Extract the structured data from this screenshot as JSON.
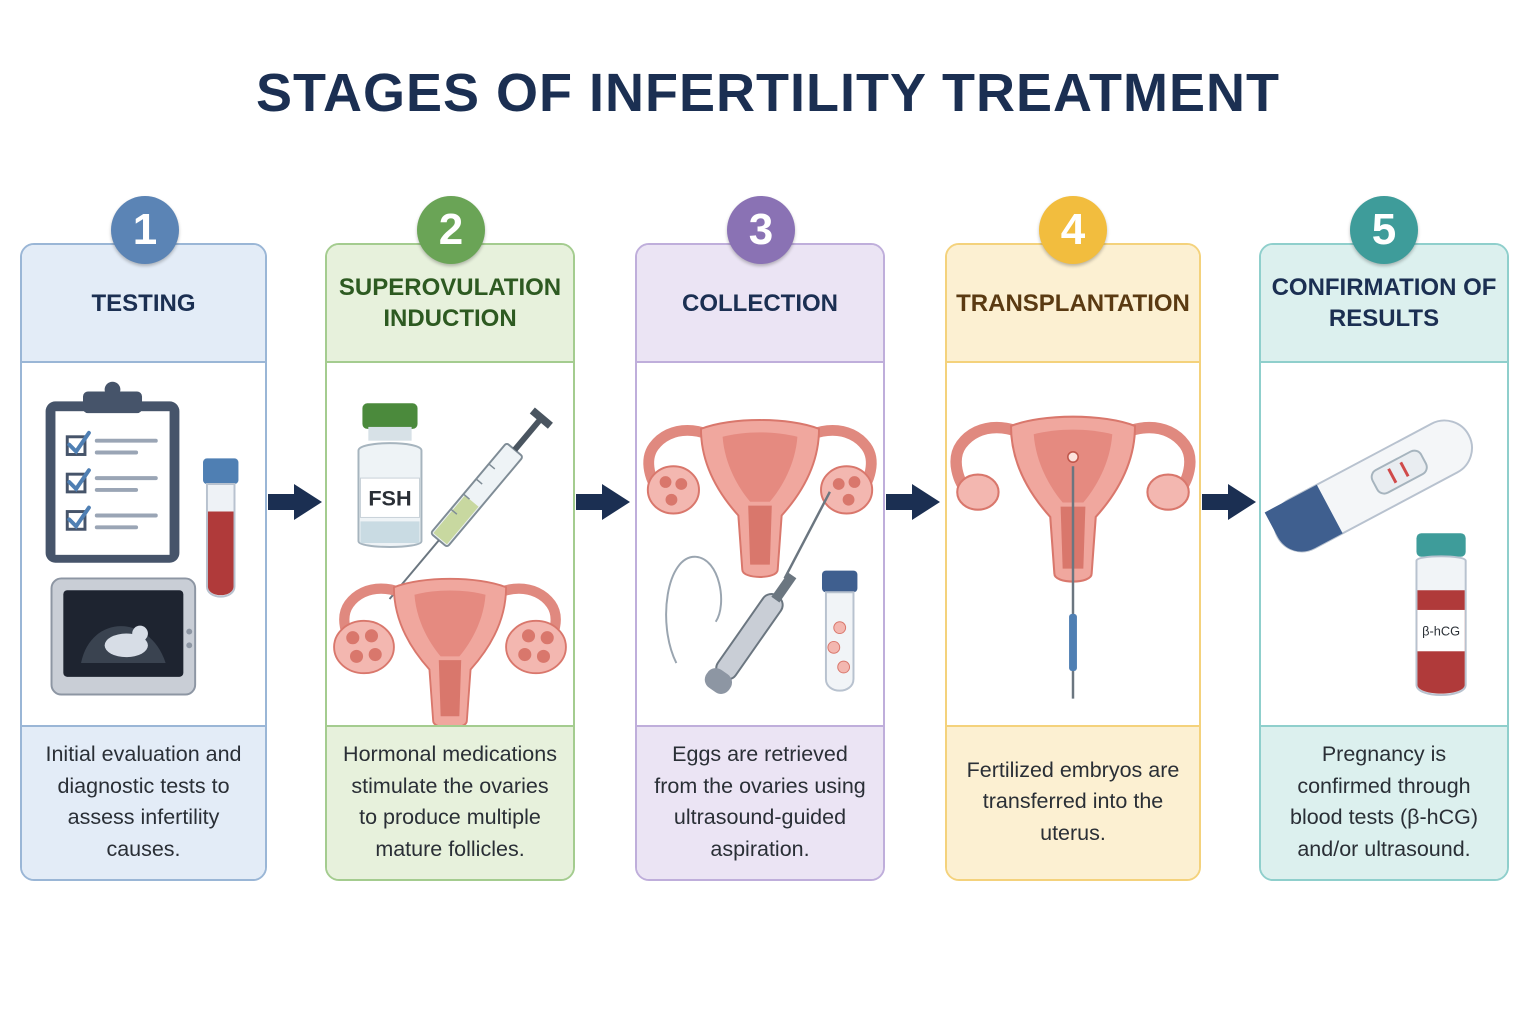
{
  "title": "STAGES OF INFERTILITY TREATMENT",
  "colors": {
    "title": "#1b2f52",
    "arrow": "#1b2f52",
    "stage1": "#5b84b5",
    "stage2": "#6aa456",
    "stage3": "#8a72b4",
    "stage4": "#f2bd3e",
    "stage5": "#3e9c9a"
  },
  "stages": [
    {
      "number": "1",
      "name": "TESTING",
      "description": "Initial evaluation and diagnostic tests to assess infertility causes.",
      "icons": [
        "clipboard-checklist-icon",
        "blood-tube-icon",
        "ultrasound-monitor-icon"
      ]
    },
    {
      "number": "2",
      "name": "SUPEROVULATION INDUCTION",
      "description": "Hormonal medications stimulate the ovaries to produce multiple mature follicles.",
      "vial_label": "FSH",
      "icons": [
        "fsh-vial-icon",
        "syringe-icon",
        "uterus-ovaries-icon"
      ]
    },
    {
      "number": "3",
      "name": "COLLECTION",
      "description": "Eggs are retrieved from the ovaries using ultrasound-guided aspiration.",
      "icons": [
        "uterus-ovaries-icon",
        "aspiration-probe-icon",
        "egg-tube-icon"
      ]
    },
    {
      "number": "4",
      "name": "TRANSPLANTATION",
      "description": "Fertilized embryos are transferred into the uterus.",
      "icons": [
        "uterus-ovaries-icon",
        "transfer-catheter-icon"
      ]
    },
    {
      "number": "5",
      "name": "CONFIRMATION OF RESULTS",
      "description": "Pregnancy is confirmed through blood tests (β-hCG) and/or ultrasound.",
      "vial_label": "β-hCG",
      "icons": [
        "pregnancy-test-icon",
        "hcg-vial-icon"
      ]
    }
  ]
}
